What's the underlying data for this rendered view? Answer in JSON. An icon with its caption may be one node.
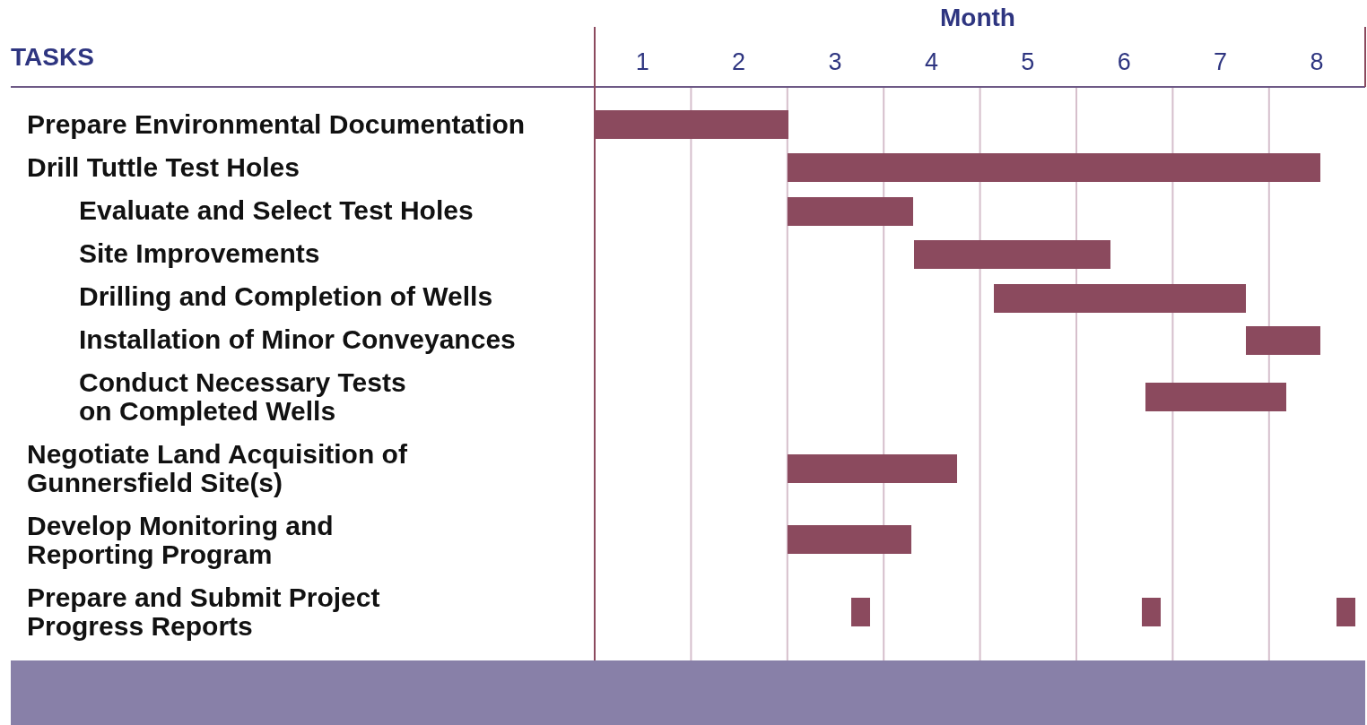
{
  "diagram": {
    "nodes": [
      {
        "text": [],
        "shape": "bar"
      },
      {
        "text": [],
        "shape": "bar"
      },
      {
        "text": [],
        "shape": "bar"
      },
      {
        "text": [],
        "shape": "bar"
      },
      {
        "text": [],
        "shape": "bar"
      },
      {
        "text": [],
        "shape": "bar"
      },
      {
        "text": [],
        "shape": "bar"
      },
      {
        "text": [],
        "shape": "bar"
      },
      {
        "text": [],
        "shape": "bar"
      },
      {
        "text": [],
        "shape": "bar"
      },
      {
        "text": [],
        "shape": "bar"
      },
      {
        "text": [],
        "shape": "bar"
      }
    ],
    "labels": [
      "Month",
      "TASKS",
      "1",
      "2",
      "3",
      "4",
      "5",
      "6",
      "7",
      "8",
      "Prepare Environmental Documentation",
      "Drill Tuttle Test Holes",
      "Evaluate and Select Test Holes",
      "Site Improvements",
      "Drilling and Completion of Wells",
      "Installation of Minor Conveyances",
      "Conduct Necessary Tests on Completed Wells",
      "Negotiate Land Acquisition of Gunnersfield Site(s)",
      "Develop Monitoring and Reporting Program",
      "Prepare and Submit Project Progress Reports"
    ]
  }
}
